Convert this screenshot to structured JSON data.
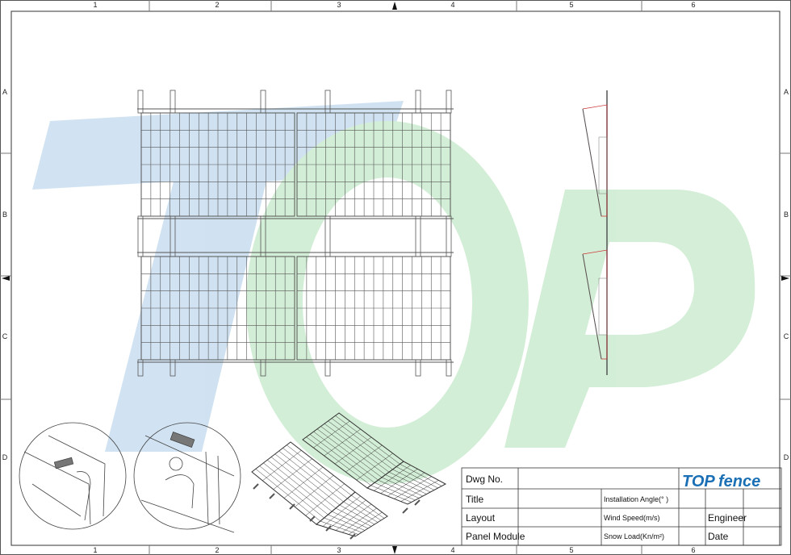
{
  "frame": {
    "columns": [
      "1",
      "2",
      "3",
      "4",
      "5",
      "6"
    ],
    "rows": [
      "A",
      "B",
      "C",
      "D"
    ]
  },
  "watermark": {
    "text": "TOP"
  },
  "title_block": {
    "dwg_no_label": "Dwg No.",
    "title_label": "Title",
    "layout_label": "Layout",
    "panel_module_label": "Panel Module",
    "installation_angle_label": "Installation Angle(° )",
    "wind_speed_label": "Wind Speed(m/s)",
    "snow_load_label": "Snow Load(Kn/m²)",
    "engineer_label": "Engineer",
    "date_label": "Date",
    "logo": {
      "text_top": "TOP",
      "text_fence": "fence",
      "color_blue": "#1a6fb5",
      "color_green": "#3cb34a"
    }
  }
}
